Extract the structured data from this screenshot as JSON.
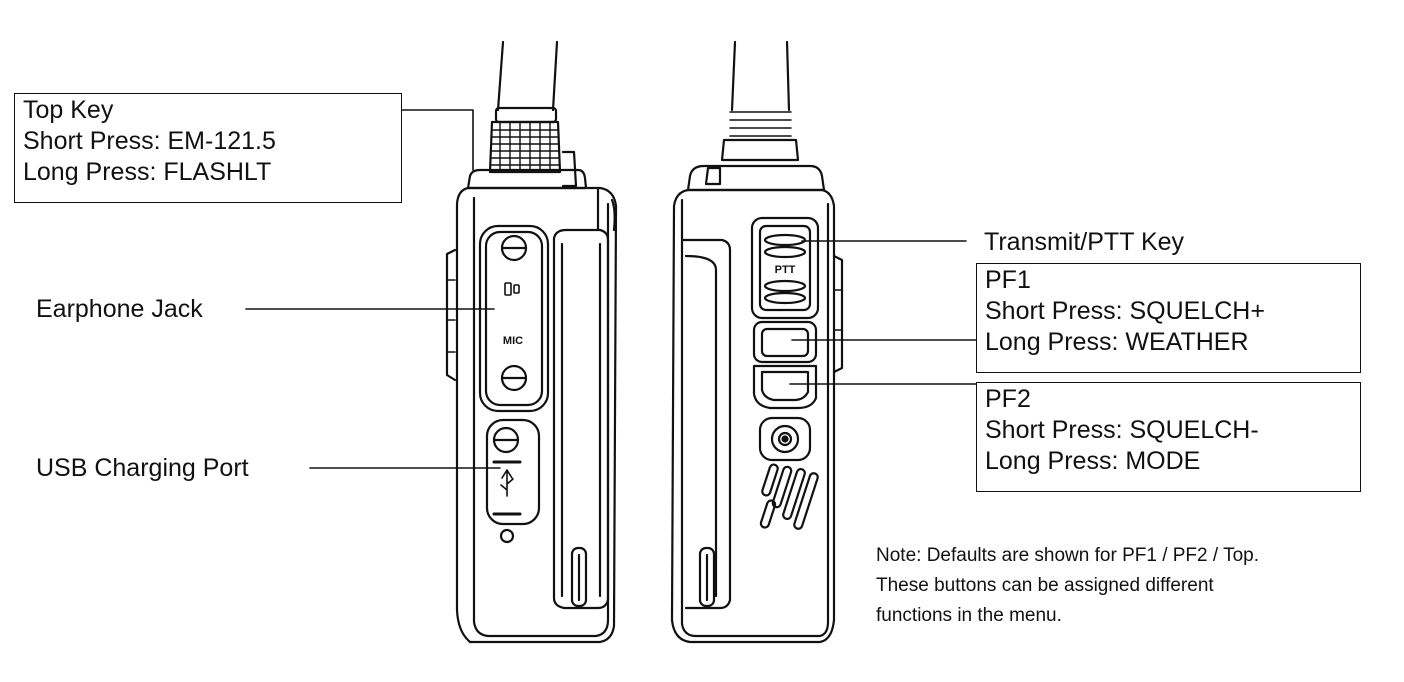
{
  "callouts": {
    "top_key": {
      "title": "Top Key",
      "short": "Short Press: EM-121.5",
      "long": "Long Press: FLASHLT"
    },
    "earphone_jack": "Earphone Jack",
    "usb_port": "USB Charging Port",
    "ptt": "Transmit/PTT Key",
    "pf1": {
      "title": "PF1",
      "short": "Short Press: SQUELCH+",
      "long": "Long Press: WEATHER"
    },
    "pf2": {
      "title": "PF2",
      "short": "Short Press: SQUELCH-",
      "long": "Long Press: MODE"
    }
  },
  "radio_labels": {
    "mic": "MIC",
    "ptt": "PTT"
  },
  "note": {
    "line1": "Note: Defaults are shown for PF1 / PF2 / Top.",
    "line2": "These buttons can be assigned different",
    "line3": "functions in the menu."
  },
  "colors": {
    "ink": "#111111",
    "background": "#ffffff"
  }
}
